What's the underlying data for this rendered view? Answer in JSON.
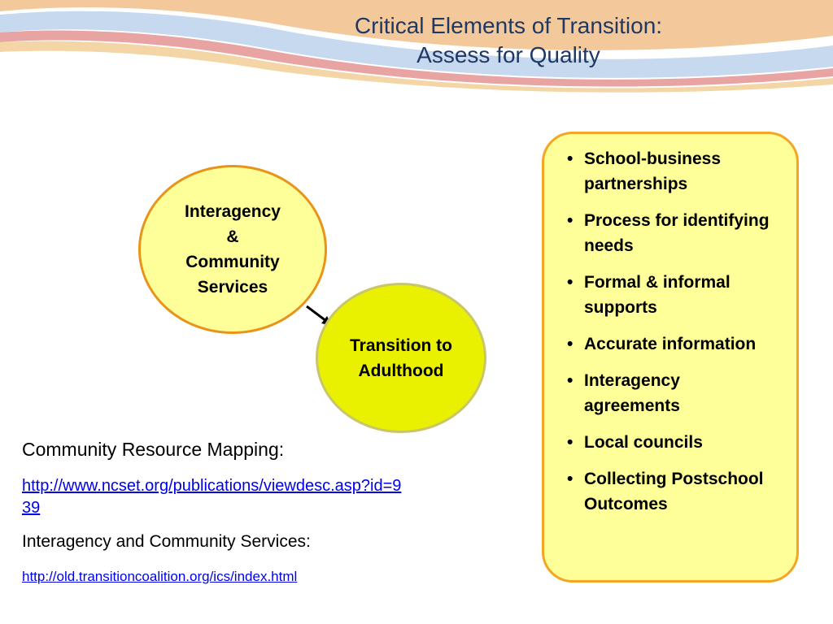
{
  "slide": {
    "title_line1": "Critical Elements of Transition:",
    "title_line2": "Assess for Quality"
  },
  "diagram": {
    "circle_a": [
      "Interagency",
      "&",
      "Community",
      "Services"
    ],
    "circle_b": [
      "Transition to",
      "Adulthood"
    ],
    "colors": {
      "circle_a_fill": "#ffff99",
      "circle_a_border": "#e8941a",
      "circle_b_fill": "#eaf100",
      "panel_fill": "#ffff99",
      "panel_border": "#f4a622",
      "link": "#0000ee",
      "title": "#1f3864"
    }
  },
  "panel": {
    "items": [
      "School-business partnerships",
      "Process for identifying needs",
      "Formal & informal supports",
      "Accurate information",
      "Interagency agreements",
      "Local councils",
      "Collecting Postschool Outcomes"
    ]
  },
  "resources": {
    "heading1": "Community Resource Mapping:",
    "link1": "http://www.ncset.org/publications/viewdesc.asp?id=939",
    "heading2": "Interagency and Community Services:",
    "link2": "http://old.transitioncoalition.org/ics/index.html"
  }
}
